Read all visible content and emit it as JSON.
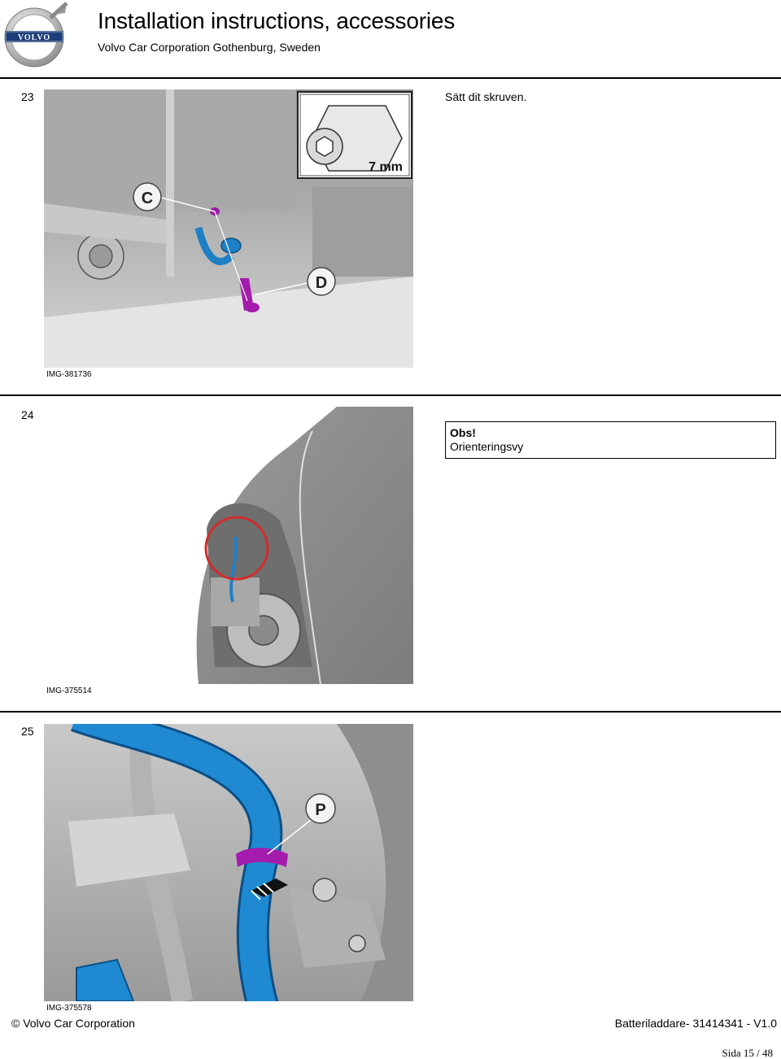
{
  "header": {
    "logo_text": "VOLVO",
    "title": "Installation instructions, accessories",
    "subtitle": "Volvo Car Corporation Gothenburg, Sweden"
  },
  "steps": [
    {
      "number": "23",
      "text": "Sätt dit skruven.",
      "image_id": "IMG-381736",
      "callouts": [
        "C",
        "D"
      ],
      "tool_label": "7 mm"
    },
    {
      "number": "24",
      "note_title": "Obs!",
      "note_body": "Orienteringsvy",
      "image_id": "IMG-375514"
    },
    {
      "number": "25",
      "image_id": "IMG-375578",
      "callouts": [
        "P"
      ]
    }
  ],
  "footer": {
    "left": "© Volvo Car Corporation",
    "right": "Batteriladdare- 31414341 - V1.0",
    "page": "Sida 15 / 48"
  }
}
